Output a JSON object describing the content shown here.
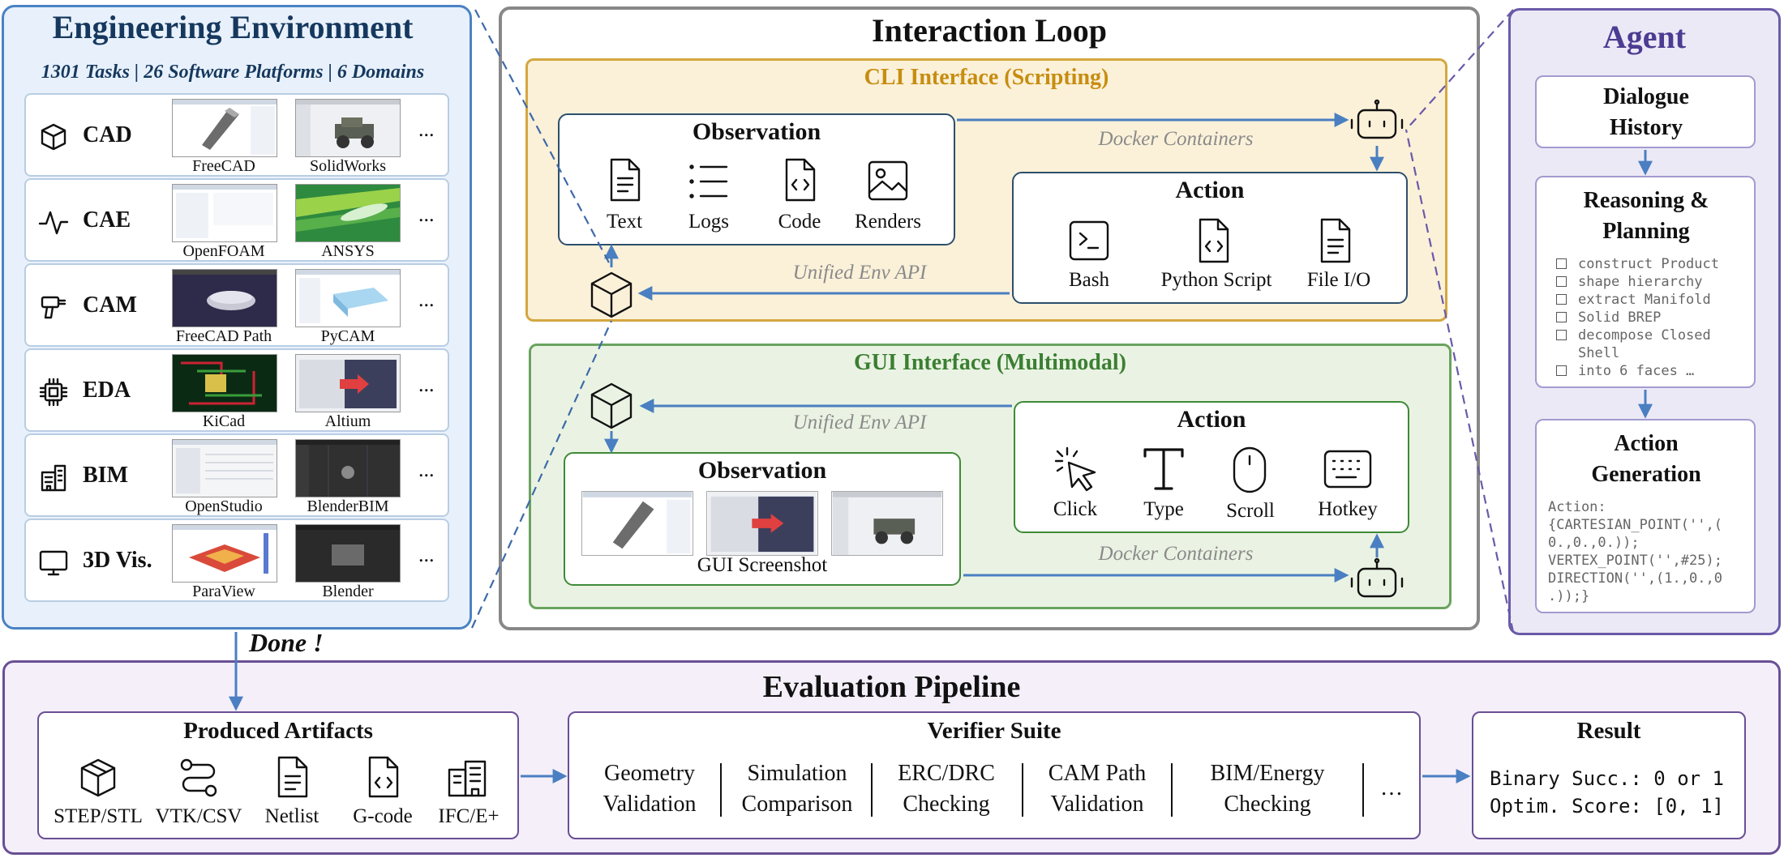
{
  "environment": {
    "title": "Engineering Environment",
    "subtitle": "1301 Tasks | 26 Software Platforms | 6 Domains",
    "ellipsis": "...",
    "domains": [
      {
        "name": "CAD",
        "icon": "cube-icon",
        "software": [
          "FreeCAD",
          "SolidWorks"
        ]
      },
      {
        "name": "CAE",
        "icon": "waveform-icon",
        "software": [
          "OpenFOAM",
          "ANSYS"
        ]
      },
      {
        "name": "CAM",
        "icon": "drill-icon",
        "software": [
          "FreeCAD Path",
          "PyCAM"
        ]
      },
      {
        "name": "EDA",
        "icon": "chip-icon",
        "software": [
          "KiCad",
          "Altium"
        ]
      },
      {
        "name": "BIM",
        "icon": "building-icon",
        "software": [
          "OpenStudio",
          "BlenderBIM"
        ]
      },
      {
        "name": "3D Vis.",
        "icon": "monitor-icon",
        "software": [
          "ParaView",
          "Blender"
        ]
      }
    ]
  },
  "loop": {
    "title": "Interaction Loop",
    "cli": {
      "title": "CLI Interface (Scripting)",
      "observation_title": "Observation",
      "observations": [
        "Text",
        "Logs",
        "Code",
        "Renders"
      ],
      "action_title": "Action",
      "actions": [
        "Bash",
        "Python Script",
        "File I/O"
      ],
      "docker_label": "Docker Containers",
      "api_label": "Unified Env API"
    },
    "gui": {
      "title": "GUI Interface (Multimodal)",
      "observation_title": "Observation",
      "screenshot_label": "GUI Screenshot",
      "action_title": "Action",
      "actions": [
        "Click",
        "Type",
        "Scroll",
        "Hotkey"
      ],
      "docker_label": "Docker Containers",
      "api_label": "Unified Env API"
    }
  },
  "agent": {
    "title": "Agent",
    "dialogue": "Dialogue History",
    "reasoning": "Reasoning & Planning",
    "plan_items": [
      "construct Product",
      "shape hierarchy",
      "extract Manifold",
      "Solid BREP",
      "decompose Closed",
      "Shell",
      "into 6 faces …"
    ],
    "generation": "Action Generation",
    "action_code": [
      "Action:",
      "{CARTESIAN_POINT('',(",
      "0.,0.,0.));",
      "VERTEX_POINT('',#25);",
      "DIRECTION('',(1.,0.,0",
      ".));}"
    ]
  },
  "done_label": "Done !",
  "evaluation": {
    "title": "Evaluation Pipeline",
    "artifacts_title": "Produced Artifacts",
    "artifacts": [
      "STEP/STL",
      "VTK/CSV",
      "Netlist",
      "G-code",
      "IFC/E+"
    ],
    "verifier_title": "Verifier Suite",
    "verifiers": [
      [
        "Geometry",
        "Validation"
      ],
      [
        "Simulation",
        "Comparison"
      ],
      [
        "ERC/DRC",
        "Checking"
      ],
      [
        "CAM Path",
        "Validation"
      ],
      [
        "BIM/Energy",
        "Checking"
      ]
    ],
    "verifier_more": "…",
    "result_title": "Result",
    "results": [
      "Binary Succ.: 0 or 1",
      "Optim. Score: [0, 1]"
    ]
  },
  "colors": {
    "env_border": "#4a82c4",
    "cli_border": "#d4a740",
    "gui_border": "#6aa35f",
    "agent_border": "#6a5aa8",
    "eval_border": "#6a4f95",
    "arrow": "#4a7fc1"
  }
}
